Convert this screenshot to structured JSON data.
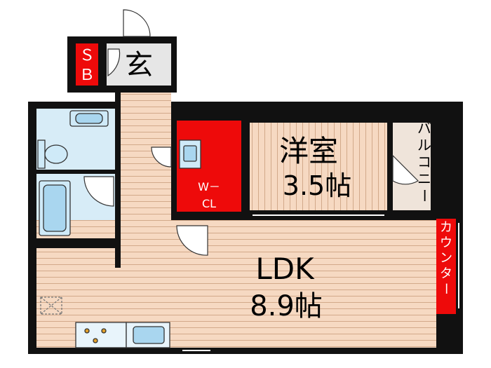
{
  "rooms": {
    "entrance": "玄",
    "shoe_box": "ＳＢ",
    "western_room": {
      "name": "洋室",
      "size": "3.5帖"
    },
    "walk_in_closet": "W－CL",
    "balcony": "バルコニー",
    "counter": "カウンター",
    "ldk": {
      "name": "LDK",
      "size": "8.9帖"
    }
  },
  "colors": {
    "wall": "#111111",
    "floor_wood": "#f6d9c2",
    "floor_line": "#d2a98a",
    "wet_area": "#d7ecf7",
    "storage_red": "#ee0a0a",
    "balcony": "#efe4da",
    "entrance_floor": "#e6e6e6"
  },
  "icons": [
    "door-swing-icon",
    "toilet-icon",
    "bathtub-icon",
    "washbasin-icon",
    "kitchen-stove-icon",
    "kitchen-sink-icon",
    "washing-machine-icon",
    "refrigerator-space-icon"
  ]
}
